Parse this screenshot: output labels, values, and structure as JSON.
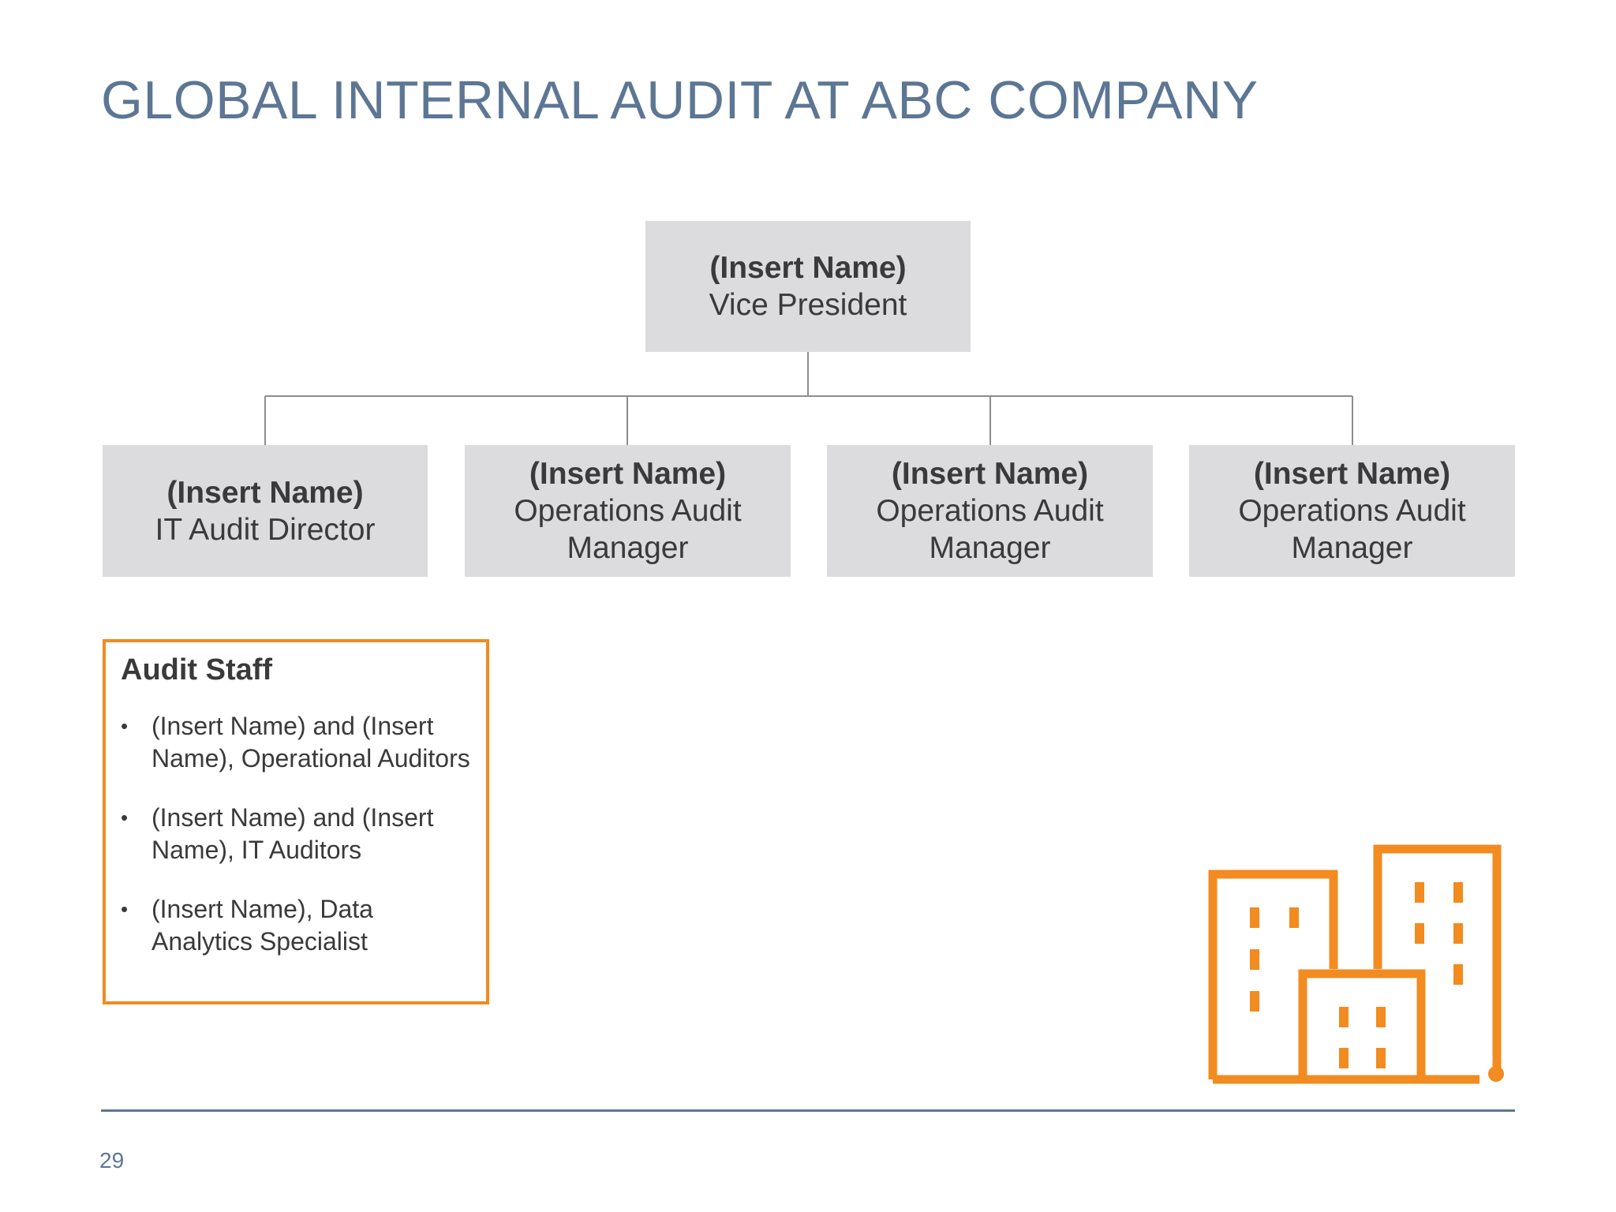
{
  "slide": {
    "title": "GLOBAL INTERNAL AUDIT AT ABC COMPANY",
    "page_number": "29"
  },
  "org_chart": {
    "root": {
      "name": "(Insert Name)",
      "role": "Vice President"
    },
    "children": [
      {
        "name": "(Insert Name)",
        "role": "IT Audit Director"
      },
      {
        "name": "(Insert Name)",
        "role": "Operations Audit Manager"
      },
      {
        "name": "(Insert Name)",
        "role": "Operations Audit Manager"
      },
      {
        "name": "(Insert Name)",
        "role": "Operations Audit Manager"
      }
    ]
  },
  "audit_staff": {
    "title": "Audit Staff",
    "items": [
      "(Insert Name) and (Insert Name), Operational Auditors",
      "(Insert Name) and (Insert Name), IT Auditors",
      "(Insert Name), Data Analytics Specialist"
    ],
    "bullet": "•"
  },
  "colors": {
    "title_blue": "#5c7694",
    "box_gray": "#dcdbde",
    "accent_orange": "#f28b20",
    "connector_gray": "#8c8c8c"
  },
  "icons": {
    "decorative": "office-buildings-icon"
  }
}
